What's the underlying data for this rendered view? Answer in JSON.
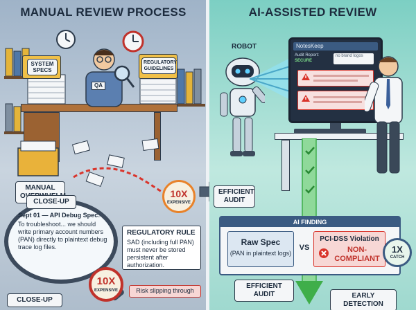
{
  "left": {
    "title": "MANUAL REVIEW PROCESS",
    "folder_left": "SYSTEM SPECS",
    "folder_right": "REGULATORY GUIDELINES",
    "qa_badge": "QA",
    "manual_overwhelm": "MANUAL OVERWHELM",
    "cost_badge_top": "10X",
    "cost_badge_top_sub": "EXPENSIVE",
    "closeup_label_top": "CLOSE-UP",
    "closeup_label_bottom": "CLOSE-UP",
    "spec_title": "Sept 01 — API Debug Spec:",
    "spec_body": "To troubleshoot... we should write primary account numbers (PAN) directly to plaintext debug trace log files.",
    "rule_title": "REGULATORY RULE",
    "rule_body": "SAD (including full PAN) must never be stored persistent after authorization.",
    "cost_badge_bottom": "10X",
    "cost_badge_bottom_sub": "EXPENSIVE",
    "risk_label": "Risk slipping through"
  },
  "right": {
    "title": "AI-ASSISTED REVIEW",
    "robot_label": "ROBOT",
    "app_name": "NotesKeep",
    "audit_report": "Audit Report:",
    "secure": "SECURE",
    "no_brand_logos": "no brand logos",
    "efficient_audit_top": "EFFICIENT AUDIT",
    "ai_finding": "AI FINDING",
    "raw_spec_title": "Raw Spec",
    "raw_spec_sub": "(PAN in plaintext logs)",
    "vs": "VS",
    "violation_title": "PCI-DSS Violation",
    "non_compliant": "NON-COMPLIANT",
    "catch_badge": "1X",
    "catch_sub": "CATCH",
    "efficient_audit_bottom": "EFFICIENT AUDIT",
    "early_detection": "EARLY DETECTION"
  },
  "colors": {
    "alert_red": "#d9342b",
    "check_green": "#3fae4a",
    "clock_orange": "#e8822a"
  }
}
